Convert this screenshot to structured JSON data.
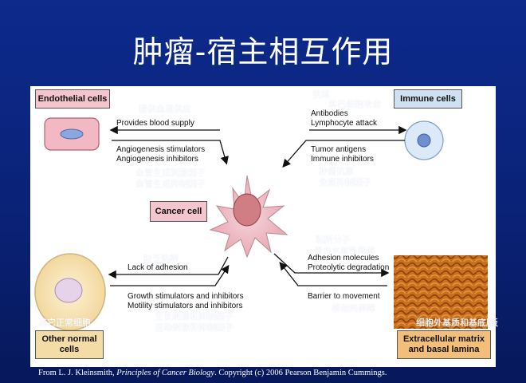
{
  "title": "肿瘤-宿主相互作用",
  "labels": {
    "endothelial": "Endothelial cells",
    "immune": "Immune  cells",
    "cancer": "Cancer cell",
    "other_normal_1": "Other normal",
    "other_normal_2": "cells",
    "ecm_1": "Extracellular matrix",
    "ecm_2": "and basal lamina"
  },
  "left_top": {
    "arrow_in": "Provides blood supply",
    "arrow_out_1": "Angiogenesis stimulators",
    "arrow_out_2": "Angiogenesis inhibitors"
  },
  "right_top": {
    "arrow_in_1": "Antibodies",
    "arrow_in_2": "Lymphocyte attack",
    "arrow_out_1": "Tumor antigens",
    "arrow_out_2": "Immune inhibitors"
  },
  "left_bottom": {
    "arrow_in": "Lack of adhesion",
    "arrow_out_1": "Growth stimulators and inhibitors",
    "arrow_out_2": "Motility stimulators and inhibitors"
  },
  "right_bottom": {
    "arrow_out_1": "Adhesion molecules",
    "arrow_out_2": "Proteolytic degradation",
    "arrow_in": "Barrier to movement"
  },
  "zh_annotations": {
    "blood": "提供血液供应",
    "antibody": "抗体",
    "lymph": "淋巴细胞攻击",
    "angio_stim": "血管生成刺激因子",
    "angio_inhib": "血管生成抑制因子",
    "tumor_antigen": "肿瘤抗原",
    "immune_inhib": "免疫抑制因子",
    "adhesion_mol": "粘附分子",
    "proteolytic": "蛋白水解性降解",
    "lack_adhesion": "缺乏粘附",
    "barrier": "移动的屏障",
    "growth": "生长刺激和抑制因子",
    "motility": "运动刺激和抑制因子",
    "other_cells": "其它正常细胞",
    "ecm": "细胞外基质和基底膜",
    "ecm_tail": "板"
  },
  "footer": {
    "prefix": "From L. J. Kleinsmith, ",
    "book": "Principles of Cancer Biology",
    "suffix": ". Copyright (c) 2006 Pearson Benjamin Cummings."
  }
}
